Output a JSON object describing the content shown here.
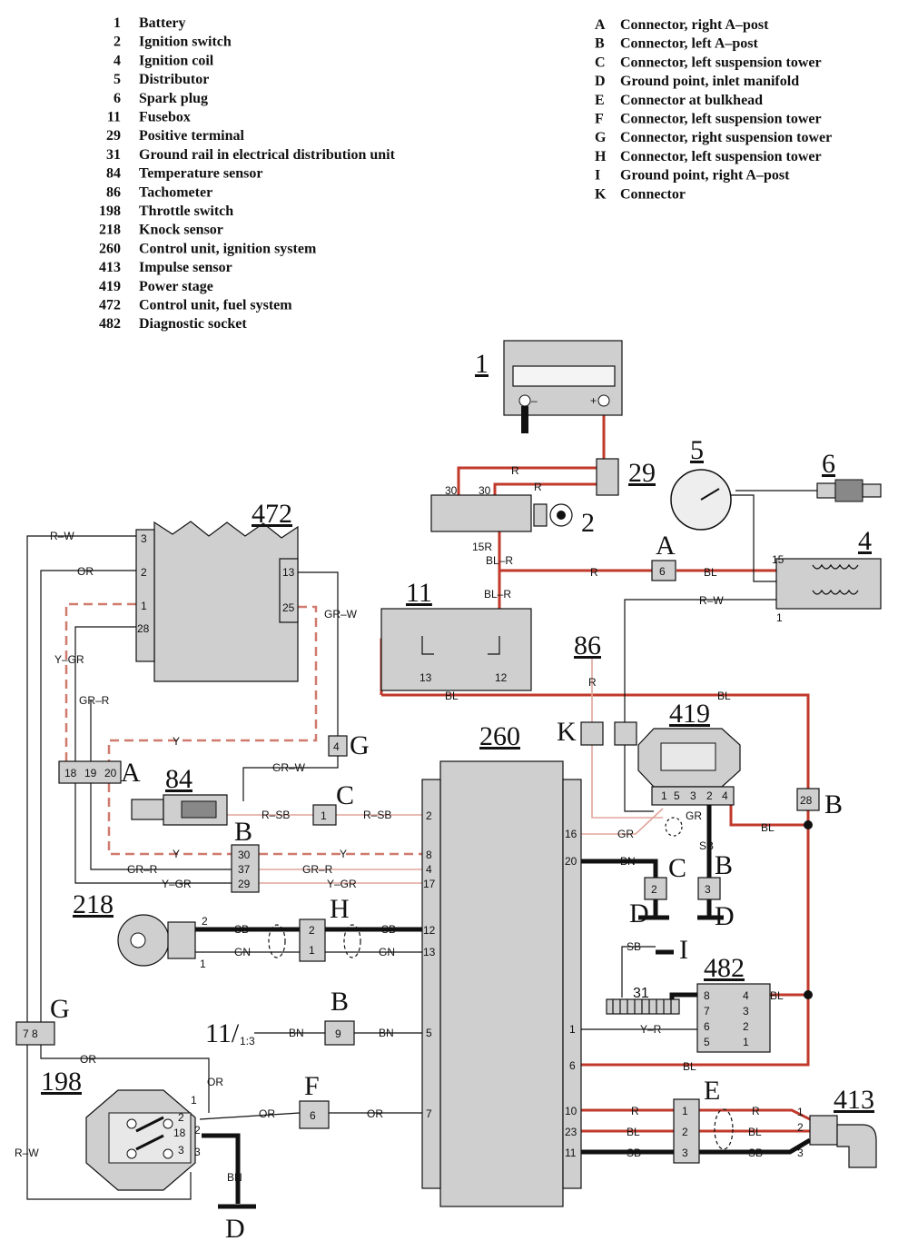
{
  "legend_numbers": [
    {
      "num": "1",
      "label": "Battery"
    },
    {
      "num": "2",
      "label": "Ignition switch"
    },
    {
      "num": "4",
      "label": "Ignition coil"
    },
    {
      "num": "5",
      "label": "Distributor"
    },
    {
      "num": "6",
      "label": "Spark plug"
    },
    {
      "num": "11",
      "label": "Fusebox"
    },
    {
      "num": "29",
      "label": "Positive terminal"
    },
    {
      "num": "31",
      "label": "Ground rail in electrical distribution unit"
    },
    {
      "num": "84",
      "label": "Temperature sensor"
    },
    {
      "num": "86",
      "label": "Tachometer"
    },
    {
      "num": "198",
      "label": "Throttle switch"
    },
    {
      "num": "218",
      "label": "Knock sensor"
    },
    {
      "num": "260",
      "label": "Control unit, ignition system"
    },
    {
      "num": "413",
      "label": "Impulse sensor"
    },
    {
      "num": "419",
      "label": "Power stage"
    },
    {
      "num": "472",
      "label": "Control unit, fuel system"
    },
    {
      "num": "482",
      "label": "Diagnostic socket"
    }
  ],
  "legend_letters": [
    {
      "letter": "A",
      "label": "Connector, right A–post"
    },
    {
      "letter": "B",
      "label": "Connector, left A–post"
    },
    {
      "letter": "C",
      "label": "Connector, left suspension tower"
    },
    {
      "letter": "D",
      "label": "Ground point, inlet manifold"
    },
    {
      "letter": "E",
      "label": "Connector at bulkhead"
    },
    {
      "letter": "F",
      "label": "Connector, left suspension tower"
    },
    {
      "letter": "G",
      "label": "Connector, right suspension tower"
    },
    {
      "letter": "H",
      "label": "Connector, left suspension tower"
    },
    {
      "letter": "I",
      "label": "Ground point, right A–post"
    },
    {
      "letter": "K",
      "label": "Connector"
    }
  ],
  "components": {
    "battery": "1",
    "ignition_switch": "2",
    "coil": "4",
    "distributor": "5",
    "spark_plug": "6",
    "fusebox": "11",
    "positive_terminal": "29",
    "ground_rail": "31",
    "temp_sensor": "84",
    "tachometer": "86",
    "throttle_switch": "198",
    "knock_sensor": "218",
    "ignition_cu": "260",
    "impulse_sensor": "413",
    "power_stage": "419",
    "fuel_cu": "472",
    "diag_socket": "482",
    "fuse_ref": "11/",
    "fuse_ref_sub": "1:3"
  },
  "connector_letters": {
    "A1": "A",
    "A2": "A",
    "B1": "B",
    "B2": "B",
    "B3": "B",
    "B4": "B",
    "C1": "C",
    "C2": "C",
    "D1": "D",
    "D2": "D",
    "D3": "D",
    "E": "E",
    "F": "F",
    "G1": "G",
    "G2": "G",
    "H": "H",
    "I": "I",
    "K": "K"
  },
  "wire_labels": {
    "r1": "R",
    "r2": "R",
    "r3": "R",
    "r4": "R",
    "r5": "R",
    "r6": "R",
    "bl1": "BL",
    "bl2": "BL",
    "bl3": "BL",
    "bl4": "BL",
    "bl5": "BL",
    "bl6": "BL",
    "bl7": "BL",
    "bl8": "BL",
    "blr1": "BL–R",
    "blr2": "BL–R",
    "r15": "15R",
    "rw1": "R–W",
    "rw2": "R–W",
    "rw3": "R–W",
    "or1": "OR",
    "or2": "OR",
    "or3": "OR",
    "or4": "OR",
    "grw1": "GR–W",
    "grw2": "GR–W",
    "ygr1": "Y–GR",
    "ygr2": "Y–GR",
    "ygr3": "Y–GR",
    "grr1": "GR–R",
    "grr2": "GR–R",
    "grr3": "GR–R",
    "y1": "Y",
    "y2": "Y",
    "y3": "Y",
    "rsb1": "R–SB",
    "rsb2": "R–SB",
    "gr1": "GR",
    "gr2": "GR",
    "bn1": "BN",
    "bn2": "BN",
    "bn3": "BN",
    "bn4": "BN",
    "sb1": "SB",
    "sb2": "SB",
    "sb3": "SB",
    "sb4": "SB",
    "sb5": "SB",
    "sb6": "SB",
    "gn1": "GN",
    "gn2": "GN",
    "yr": "Y–R"
  },
  "pins": {
    "p30a": "30",
    "p30b": "30",
    "p15": "15",
    "p1c": "1",
    "f13": "13",
    "f12": "12",
    "u3": "3",
    "u2": "2",
    "u1": "1",
    "u28": "28",
    "u13": "13",
    "u25": "25",
    "a18": "18",
    "a19": "19",
    "a20": "20",
    "g4": "4",
    "c1": "1",
    "b30": "30",
    "b37": "37",
    "b29": "29",
    "h2": "2",
    "h1": "1",
    "k2": "2",
    "k1": "1",
    "bb9": "9",
    "g78": "7 8",
    "f6": "6",
    "ca6": "6",
    "e1": "1",
    "e2": "2",
    "e3": "3",
    "s1": "1",
    "s2": "2",
    "s3": "3",
    "cu2": "2",
    "cu8": "8",
    "cu4": "4",
    "cu17": "17",
    "cu12": "12",
    "cu13": "13",
    "cu5": "5",
    "cu7": "7",
    "cu16": "16",
    "cu20": "20",
    "cu1": "1",
    "cu6": "6",
    "cu10": "10",
    "cu23": "23",
    "cu11": "11",
    "ps1": "1",
    "ps5": "5",
    "ps3": "3",
    "ps2": "2",
    "ps4": "4",
    "c2": "2",
    "b3": "3",
    "b28": "28",
    "d8": "8",
    "d7": "7",
    "d6": "6",
    "d5": "5",
    "d4": "4",
    "d3": "3",
    "d2": "2",
    "d1": "1",
    "t2": "2",
    "t18": "18",
    "t3": "3",
    "t1": "1",
    "t2b": "2",
    "t3b": "3",
    "bat_minus": "–",
    "bat_plus": "+"
  },
  "colors": {
    "line": "#111111",
    "red_wire": "#c0392b",
    "component": "#cfcfcf"
  }
}
